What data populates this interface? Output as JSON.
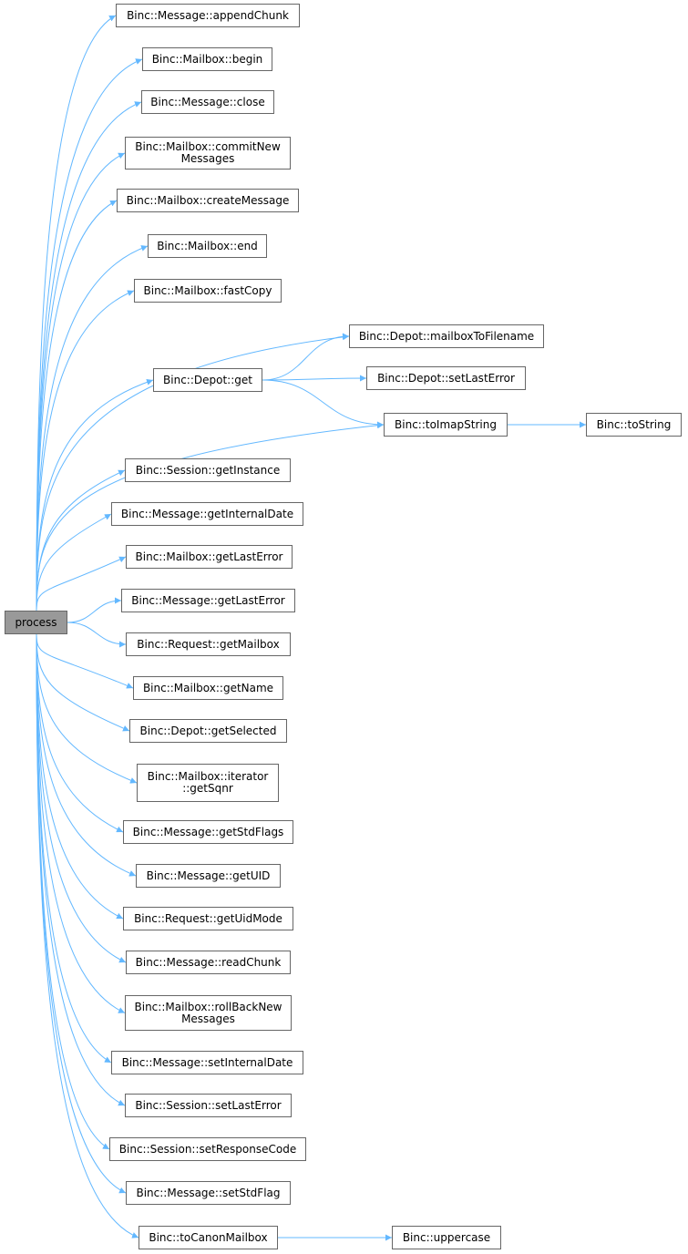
{
  "colors": {
    "edge": "#63b8ff",
    "node_border": "#666666",
    "node_fill": "#ffffff",
    "root_fill": "#999999"
  },
  "nodes": [
    {
      "id": "process",
      "lines": [
        "process"
      ],
      "root": true
    },
    {
      "id": "appendChunk",
      "lines": [
        "Binc::Message::appendChunk"
      ]
    },
    {
      "id": "begin",
      "lines": [
        "Binc::Mailbox::begin"
      ]
    },
    {
      "id": "close",
      "lines": [
        "Binc::Message::close"
      ]
    },
    {
      "id": "commitNewMessages",
      "lines": [
        "Binc::Mailbox::commitNew",
        "Messages"
      ]
    },
    {
      "id": "createMessage",
      "lines": [
        "Binc::Mailbox::createMessage"
      ]
    },
    {
      "id": "end",
      "lines": [
        "Binc::Mailbox::end"
      ]
    },
    {
      "id": "fastCopy",
      "lines": [
        "Binc::Mailbox::fastCopy"
      ]
    },
    {
      "id": "mailboxToFilename",
      "lines": [
        "Binc::Depot::mailboxToFilename"
      ]
    },
    {
      "id": "depotGet",
      "lines": [
        "Binc::Depot::get"
      ]
    },
    {
      "id": "setLastErrorDepot",
      "lines": [
        "Binc::Depot::setLastError"
      ]
    },
    {
      "id": "toImapString",
      "lines": [
        "Binc::toImapString"
      ]
    },
    {
      "id": "toString",
      "lines": [
        "Binc::toString"
      ]
    },
    {
      "id": "getInstance",
      "lines": [
        "Binc::Session::getInstance"
      ]
    },
    {
      "id": "getInternalDate",
      "lines": [
        "Binc::Message::getInternalDate"
      ]
    },
    {
      "id": "getLastErrorMailbox",
      "lines": [
        "Binc::Mailbox::getLastError"
      ]
    },
    {
      "id": "getLastErrorMessage",
      "lines": [
        "Binc::Message::getLastError"
      ]
    },
    {
      "id": "getMailbox",
      "lines": [
        "Binc::Request::getMailbox"
      ]
    },
    {
      "id": "getName",
      "lines": [
        "Binc::Mailbox::getName"
      ]
    },
    {
      "id": "getSelected",
      "lines": [
        "Binc::Depot::getSelected"
      ]
    },
    {
      "id": "getSqnr",
      "lines": [
        "Binc::Mailbox::iterator",
        "::getSqnr"
      ]
    },
    {
      "id": "getStdFlags",
      "lines": [
        "Binc::Message::getStdFlags"
      ]
    },
    {
      "id": "getUID",
      "lines": [
        "Binc::Message::getUID"
      ]
    },
    {
      "id": "getUidMode",
      "lines": [
        "Binc::Request::getUidMode"
      ]
    },
    {
      "id": "readChunk",
      "lines": [
        "Binc::Message::readChunk"
      ]
    },
    {
      "id": "rollBackNewMessages",
      "lines": [
        "Binc::Mailbox::rollBackNew",
        "Messages"
      ]
    },
    {
      "id": "setInternalDate",
      "lines": [
        "Binc::Message::setInternalDate"
      ]
    },
    {
      "id": "setLastErrorSession",
      "lines": [
        "Binc::Session::setLastError"
      ]
    },
    {
      "id": "setResponseCode",
      "lines": [
        "Binc::Session::setResponseCode"
      ]
    },
    {
      "id": "setStdFlag",
      "lines": [
        "Binc::Message::setStdFlag"
      ]
    },
    {
      "id": "toCanonMailbox",
      "lines": [
        "Binc::toCanonMailbox"
      ]
    },
    {
      "id": "uppercase",
      "lines": [
        "Binc::uppercase"
      ]
    }
  ],
  "edges": [
    [
      "process",
      "appendChunk"
    ],
    [
      "process",
      "begin"
    ],
    [
      "process",
      "close"
    ],
    [
      "process",
      "commitNewMessages"
    ],
    [
      "process",
      "createMessage"
    ],
    [
      "process",
      "end"
    ],
    [
      "process",
      "fastCopy"
    ],
    [
      "process",
      "mailboxToFilename"
    ],
    [
      "process",
      "depotGet"
    ],
    [
      "process",
      "toImapString"
    ],
    [
      "process",
      "getInstance"
    ],
    [
      "process",
      "getInternalDate"
    ],
    [
      "process",
      "getLastErrorMailbox"
    ],
    [
      "process",
      "getLastErrorMessage"
    ],
    [
      "process",
      "getMailbox"
    ],
    [
      "process",
      "getName"
    ],
    [
      "process",
      "getSelected"
    ],
    [
      "process",
      "getSqnr"
    ],
    [
      "process",
      "getStdFlags"
    ],
    [
      "process",
      "getUID"
    ],
    [
      "process",
      "getUidMode"
    ],
    [
      "process",
      "readChunk"
    ],
    [
      "process",
      "rollBackNewMessages"
    ],
    [
      "process",
      "setInternalDate"
    ],
    [
      "process",
      "setLastErrorSession"
    ],
    [
      "process",
      "setResponseCode"
    ],
    [
      "process",
      "setStdFlag"
    ],
    [
      "process",
      "toCanonMailbox"
    ],
    [
      "depotGet",
      "mailboxToFilename"
    ],
    [
      "depotGet",
      "setLastErrorDepot"
    ],
    [
      "depotGet",
      "toImapString"
    ],
    [
      "toImapString",
      "toString"
    ],
    [
      "toCanonMailbox",
      "uppercase"
    ]
  ]
}
